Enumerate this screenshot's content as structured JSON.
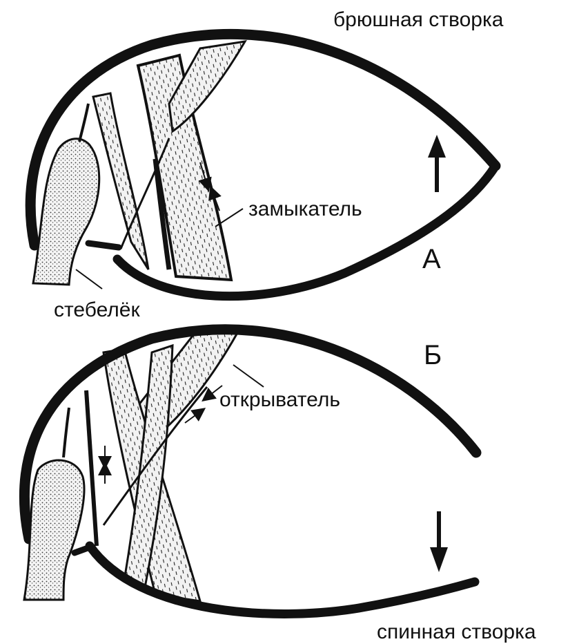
{
  "labels": {
    "ventral_valve": "брюшная створка",
    "adductor": "замыкатель",
    "stalk": "стебелёк",
    "opener": "открыватель",
    "dorsal_valve": "спинная створка",
    "panel_a": "А",
    "panel_b": "Б"
  },
  "colors": {
    "ink": "#111111",
    "background": "#ffffff",
    "stalk_fill": "#f3f3f3"
  },
  "icons": {
    "arrow_up": "arrow-up-icon",
    "arrow_down": "arrow-down-icon"
  }
}
